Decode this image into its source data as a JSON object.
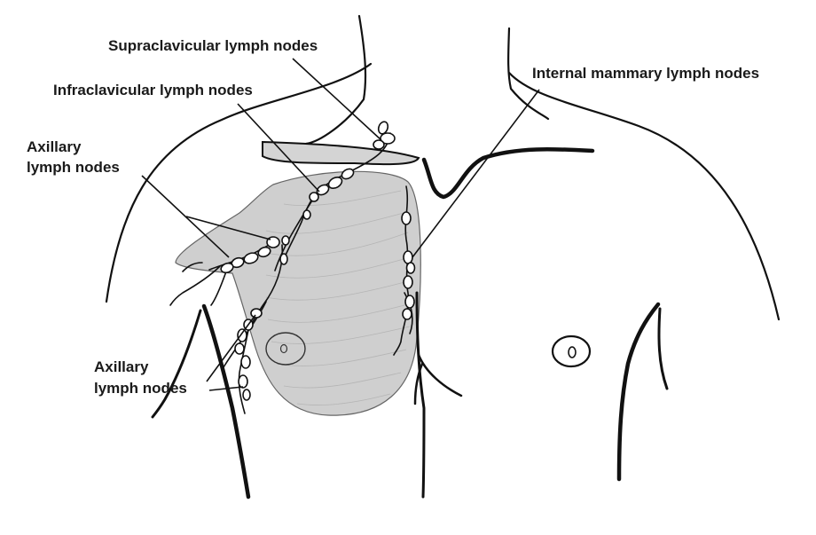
{
  "labels": {
    "supraclavicular": "Supraclavicular lymph nodes",
    "infraclavicular": "Infraclavicular lymph nodes",
    "axillary_upper_line1": "Axillary",
    "axillary_upper_line2": "lymph nodes",
    "axillary_lower_line1": "Axillary",
    "axillary_lower_line2": "lymph nodes",
    "internal_mammary": "Internal mammary lymph nodes"
  },
  "colors": {
    "outline": "#111111",
    "breast_fill": "#cfcfcf",
    "clavicle_fill": "#d4d4d4",
    "background": "#ffffff"
  }
}
